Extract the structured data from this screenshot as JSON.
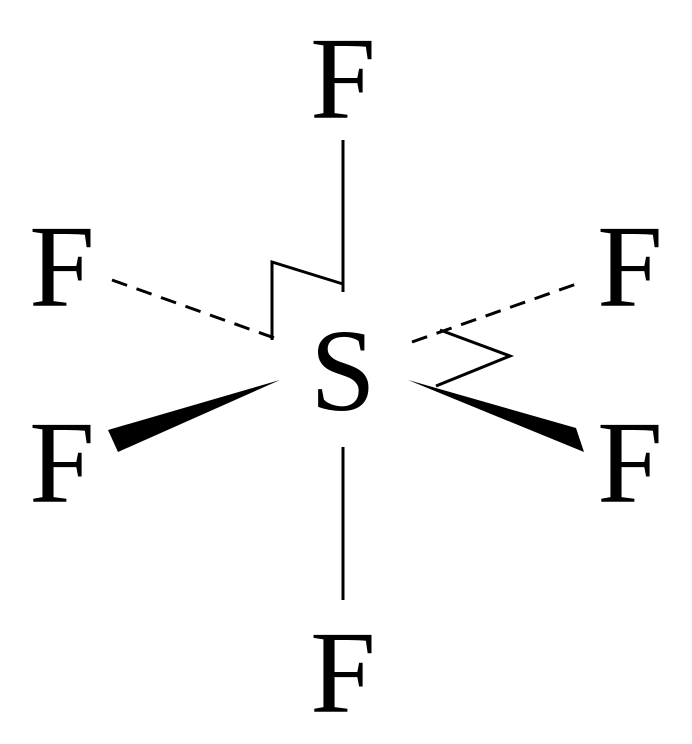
{
  "diagram": {
    "central_atom": "S",
    "ligands": {
      "top": "F",
      "upper_left": "F",
      "upper_right": "F",
      "lower_left": "F",
      "lower_right": "F",
      "bottom": "F"
    },
    "colors": {
      "ink": "#000000",
      "background": "#ffffff"
    }
  }
}
